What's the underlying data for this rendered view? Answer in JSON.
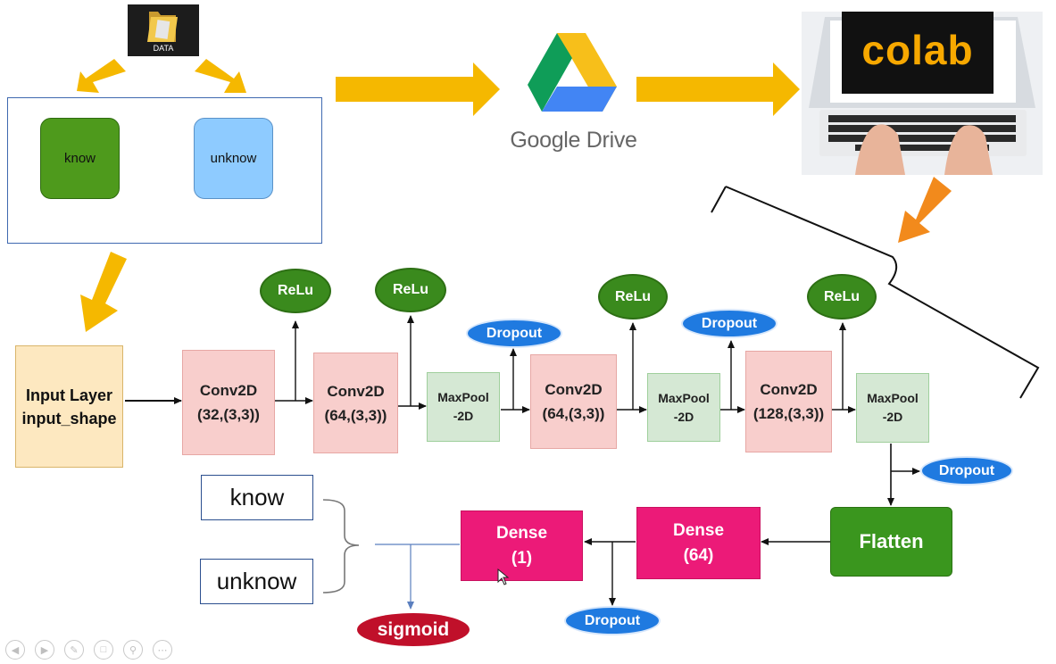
{
  "data_folder": {
    "label": "DATA"
  },
  "dataset": {
    "class_a": "know",
    "class_b": "unknow"
  },
  "google_drive": {
    "label": "Google Drive"
  },
  "colab": {
    "label": "colab"
  },
  "input_layer": {
    "label": "Input Layer\ninput_shape"
  },
  "layers": {
    "conv1": "Conv2D\n(32,(3,3))",
    "conv2": "Conv2D\n(64,(3,3))",
    "pool1": "MaxPool\n-2D",
    "conv3": "Conv2D\n(64,(3,3))",
    "pool2": "MaxPool\n-2D",
    "conv4": "Conv2D\n(128,(3,3))",
    "pool3": "MaxPool\n-2D",
    "flatten": "Flatten",
    "dense64": "Dense\n(64)",
    "dense1": "Dense\n(1)"
  },
  "activations": {
    "relu1": "ReLu",
    "relu2": "ReLu",
    "relu3": "ReLu",
    "relu4": "ReLu",
    "sigmoid": "sigmoid"
  },
  "dropouts": {
    "d1": "Dropout",
    "d2": "Dropout",
    "d3": "Dropout",
    "d4": "Dropout"
  },
  "outputs": {
    "know": "know",
    "unknow": "unknow"
  },
  "colors": {
    "arrow_yellow": "#f5b800",
    "arrow_orange": "#f28a1c",
    "know_box": "#4e9a1c",
    "unknow_box": "#8ecbff",
    "conv": "#f8cecc",
    "pool": "#d5e8d4",
    "relu": "#3a8a1d",
    "dropout": "#1f7ae0",
    "dense": "#ec1a78",
    "flatten": "#3a961e",
    "sigmoid": "#c0102a",
    "input": "#fde8c0"
  },
  "player_controls": [
    "prev-icon",
    "next-icon",
    "pen-icon",
    "copy-icon",
    "zoom-icon",
    "more-icon"
  ]
}
